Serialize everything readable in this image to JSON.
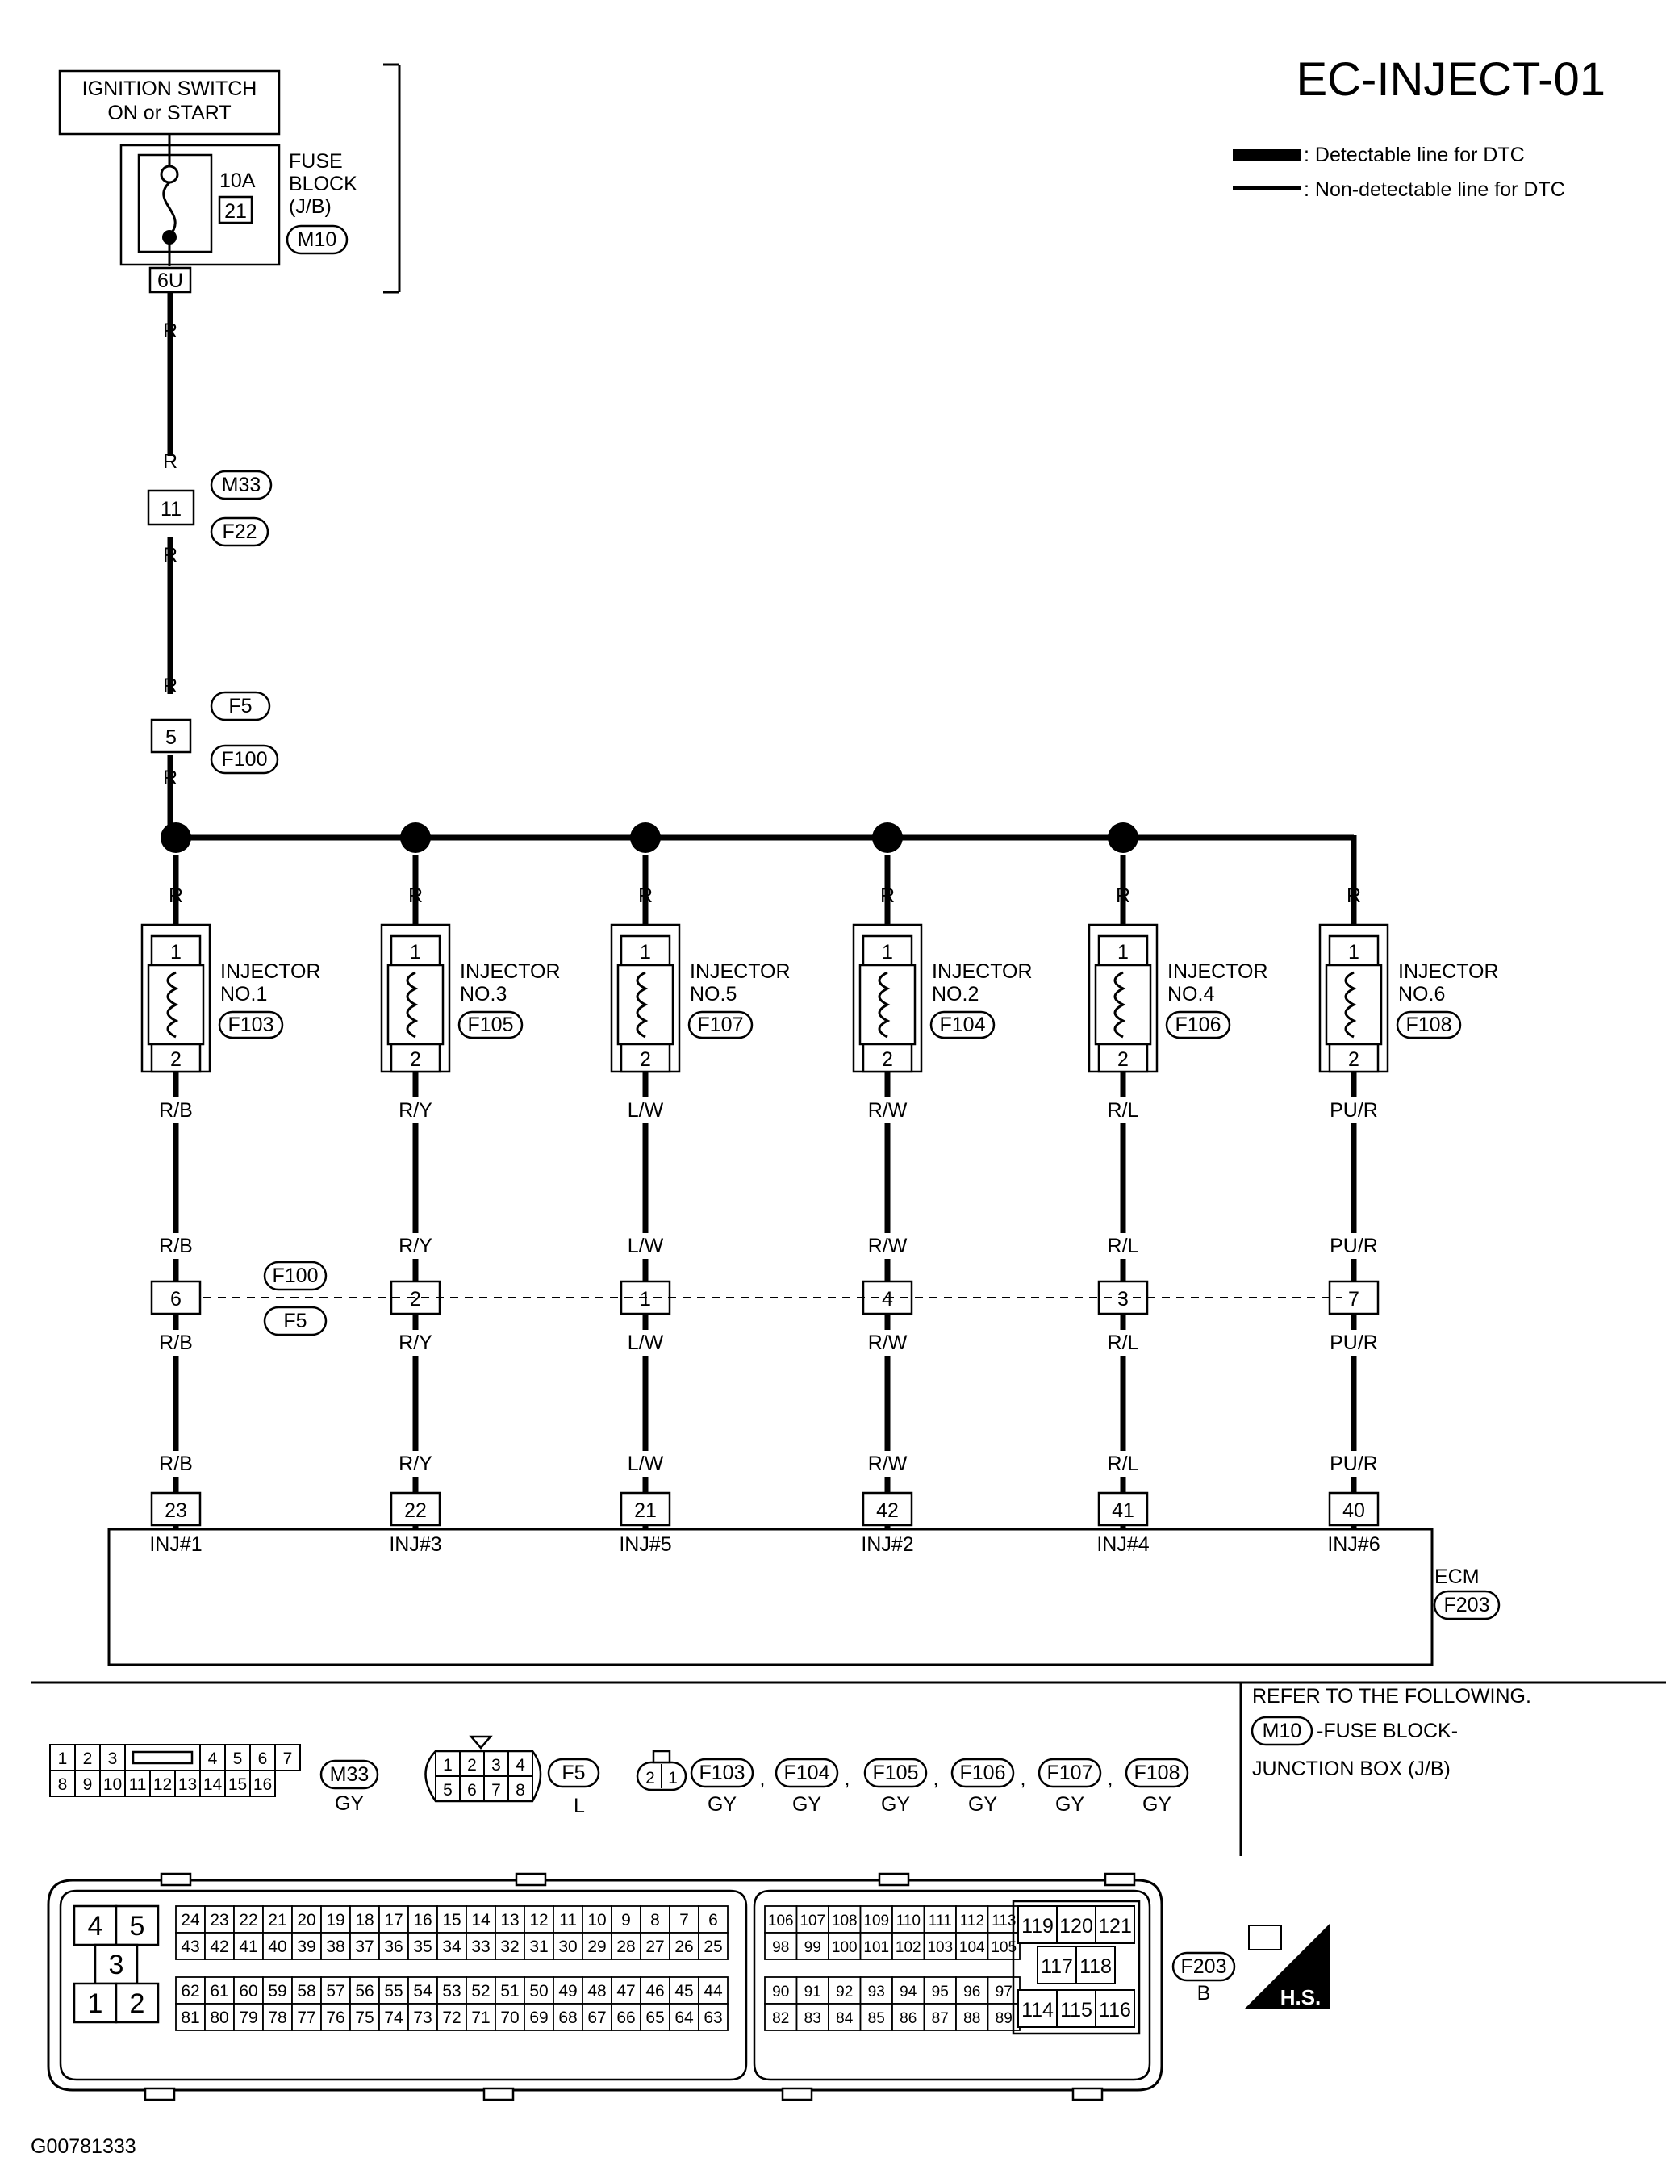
{
  "page": {
    "title": "EC-INJECT-01",
    "figure_id": "G00781333"
  },
  "legend": {
    "detectable": ": Detectable line for DTC",
    "non_detectable": ": Non-detectable line for DTC"
  },
  "power": {
    "switch_line1": "IGNITION SWITCH",
    "switch_line2": "ON or START",
    "fuse_amp": "10A",
    "fuse_num": "21",
    "fuse_block_line1": "FUSE",
    "fuse_block_line2": "BLOCK",
    "fuse_block_line3": "(J/B)",
    "fuse_block_conn": "M10",
    "fuse_terminal": "6U"
  },
  "trunk": {
    "wire": "R",
    "conn1_pin": "11",
    "conn1_top": "M33",
    "conn1_bottom": "F22",
    "conn2_pin": "5",
    "conn2_top": "F5",
    "conn2_bottom": "F100"
  },
  "injectors": [
    {
      "name": "INJECTOR",
      "num": "NO.1",
      "conn": "F103",
      "wire": "R/B",
      "joint_pin": "6",
      "ecm_pin": "23",
      "ecm_label": "INJ#1",
      "top_pin": "1",
      "bottom_pin": "2",
      "top_wire": "R"
    },
    {
      "name": "INJECTOR",
      "num": "NO.3",
      "conn": "F105",
      "wire": "R/Y",
      "joint_pin": "2",
      "ecm_pin": "22",
      "ecm_label": "INJ#3",
      "top_pin": "1",
      "bottom_pin": "2",
      "top_wire": "R"
    },
    {
      "name": "INJECTOR",
      "num": "NO.5",
      "conn": "F107",
      "wire": "L/W",
      "joint_pin": "1",
      "ecm_pin": "21",
      "ecm_label": "INJ#5",
      "top_pin": "1",
      "bottom_pin": "2",
      "top_wire": "R"
    },
    {
      "name": "INJECTOR",
      "num": "NO.2",
      "conn": "F104",
      "wire": "R/W",
      "joint_pin": "4",
      "ecm_pin": "42",
      "ecm_label": "INJ#2",
      "top_pin": "1",
      "bottom_pin": "2",
      "top_wire": "R"
    },
    {
      "name": "INJECTOR",
      "num": "NO.4",
      "conn": "F106",
      "wire": "R/L",
      "joint_pin": "3",
      "ecm_pin": "41",
      "ecm_label": "INJ#4",
      "top_pin": "1",
      "bottom_pin": "2",
      "top_wire": "R"
    },
    {
      "name": "INJECTOR",
      "num": "NO.6",
      "conn": "F108",
      "wire": "PU/R",
      "joint_pin": "7",
      "ecm_pin": "40",
      "ecm_label": "INJ#6",
      "top_pin": "1",
      "bottom_pin": "2",
      "top_wire": "R"
    }
  ],
  "joint_connector": {
    "top": "F100",
    "bottom": "F5"
  },
  "ecm": {
    "label": "ECM",
    "conn": "F203"
  },
  "refer": {
    "line1": "REFER TO THE FOLLOWING.",
    "conn": "M10",
    "line2": "-FUSE BLOCK-",
    "line3": "JUNCTION BOX (J/B)"
  },
  "m33_face": {
    "row1": [
      "1",
      "2",
      "3",
      "4",
      "5",
      "6",
      "7"
    ],
    "row2": [
      "8",
      "9",
      "10",
      "11",
      "12",
      "13",
      "14",
      "15",
      "16"
    ],
    "conn": "M33",
    "color": "GY"
  },
  "f5_face": {
    "row1": [
      "1",
      "2",
      "3",
      "4"
    ],
    "row2": [
      "5",
      "6",
      "7",
      "8"
    ],
    "conn": "F5",
    "color": "L"
  },
  "inj_face": {
    "pins": [
      "2",
      "1"
    ],
    "conns": [
      {
        "conn": "F103",
        "color": "GY"
      },
      {
        "conn": "F104",
        "color": "GY"
      },
      {
        "conn": "F105",
        "color": "GY"
      },
      {
        "conn": "F106",
        "color": "GY"
      },
      {
        "conn": "F107",
        "color": "GY"
      },
      {
        "conn": "F108",
        "color": "GY"
      }
    ],
    "sep": ","
  },
  "ecm_face": {
    "conn": "F203",
    "color": "B",
    "left_block": {
      "r1": [
        "4",
        "5"
      ],
      "mid": "3",
      "r3": [
        "1",
        "2"
      ]
    },
    "g1_r1": [
      "24",
      "23",
      "22",
      "21",
      "20",
      "19",
      "18",
      "17",
      "16",
      "15",
      "14",
      "13",
      "12",
      "11",
      "10",
      "9",
      "8",
      "7",
      "6"
    ],
    "g1_r2": [
      "43",
      "42",
      "41",
      "40",
      "39",
      "38",
      "37",
      "36",
      "35",
      "34",
      "33",
      "32",
      "31",
      "30",
      "29",
      "28",
      "27",
      "26",
      "25"
    ],
    "g1_r3": [
      "62",
      "61",
      "60",
      "59",
      "58",
      "57",
      "56",
      "55",
      "54",
      "53",
      "52",
      "51",
      "50",
      "49",
      "48",
      "47",
      "46",
      "45",
      "44"
    ],
    "g1_r4": [
      "81",
      "80",
      "79",
      "78",
      "77",
      "76",
      "75",
      "74",
      "73",
      "72",
      "71",
      "70",
      "69",
      "68",
      "67",
      "66",
      "65",
      "64",
      "63"
    ],
    "g2_r1": [
      "106",
      "107",
      "108",
      "109",
      "110",
      "111",
      "112",
      "113"
    ],
    "g2_r2": [
      "98",
      "99",
      "100",
      "101",
      "102",
      "103",
      "104",
      "105"
    ],
    "g2_r3": [
      "90",
      "91",
      "92",
      "93",
      "94",
      "95",
      "96",
      "97"
    ],
    "g2_r4": [
      "82",
      "83",
      "84",
      "85",
      "86",
      "87",
      "88",
      "89"
    ],
    "g3_r1": [
      "119",
      "120",
      "121"
    ],
    "g3_r2": [
      "117",
      "118"
    ],
    "g3_r3": [
      "114",
      "115",
      "116"
    ],
    "hs_badge": "H.S."
  }
}
